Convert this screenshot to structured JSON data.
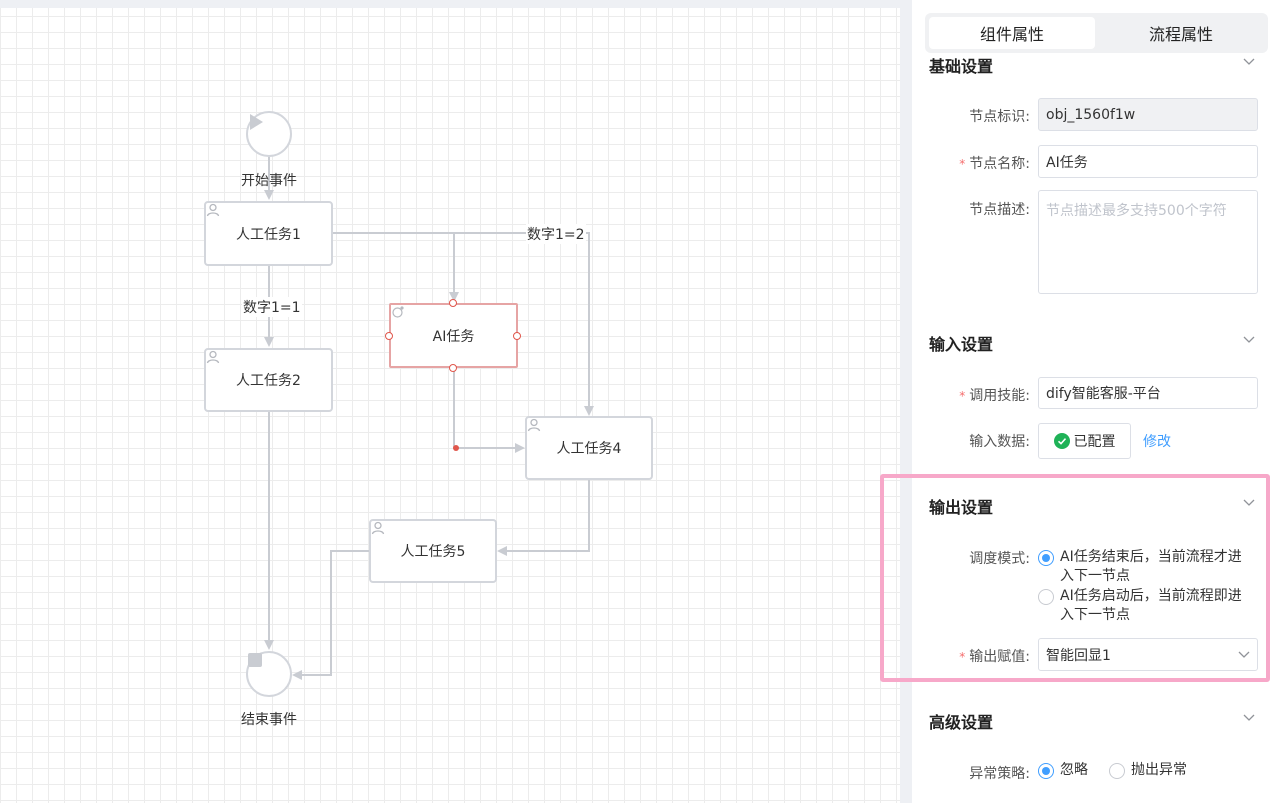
{
  "canvas": {
    "start_event": "开始事件",
    "end_event": "结束事件",
    "nodes": {
      "task1": "人工任务1",
      "task2": "人工任务2",
      "ai_task": "AI任务",
      "task4": "人工任务4",
      "task5": "人工任务5"
    },
    "edges": {
      "cond1": "数字1=1",
      "cond2": "数字1=2"
    }
  },
  "panel": {
    "tabs": [
      "组件属性",
      "流程属性"
    ],
    "active_tab": "组件属性",
    "basic": {
      "title": "基础设置",
      "node_id_label": "节点标识:",
      "node_id_value": "obj_1560f1w",
      "node_name_label": "节点名称:",
      "node_name_value": "AI任务",
      "node_desc_label": "节点描述:",
      "node_desc_placeholder": "节点描述最多支持500个字符"
    },
    "input": {
      "title": "输入设置",
      "skill_label": "调用技能:",
      "skill_value": "dify智能客服-平台",
      "data_label": "输入数据:",
      "configured": "已配置",
      "modify": "修改"
    },
    "output": {
      "title": "输出设置",
      "mode_label": "调度模式:",
      "mode_option1_line1": "AI任务结束后，当前流程才进",
      "mode_option1_line2": "入下一节点",
      "mode_option2_line1": "AI任务启动后，当前流程即进",
      "mode_option2_line2": "入下一节点",
      "assign_label": "输出赋值:",
      "assign_value": "智能回显1"
    },
    "advanced": {
      "title": "高级设置",
      "exception_label": "异常策略:",
      "option_ignore": "忽略",
      "option_throw": "抛出异常"
    }
  },
  "colors": {
    "accent": "#409eff",
    "success": "#1fb257",
    "highlight": "#f7a8c9",
    "required": "#f56c6c",
    "ai_border": "#e6a4a4"
  }
}
